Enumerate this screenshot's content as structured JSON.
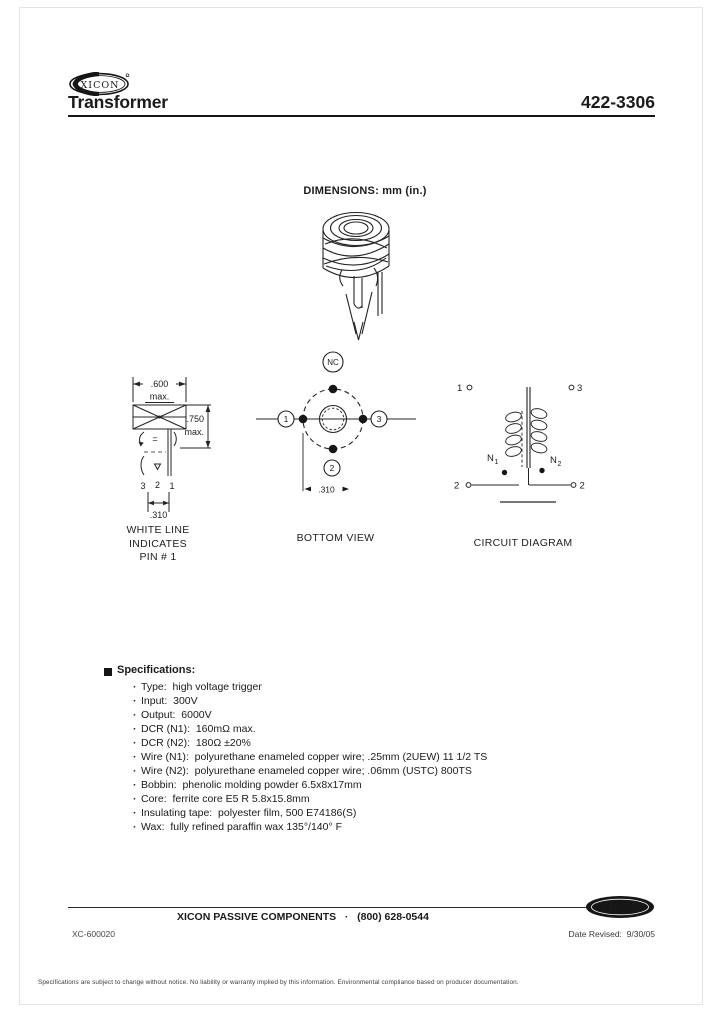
{
  "header": {
    "brand": "XICON",
    "product_title": "Transformer",
    "part_number": "422-3306"
  },
  "dimensions": {
    "heading": "DIMENSIONS: mm (in.)",
    "front_view": {
      "width_value": ".600",
      "width_qualifier": "max.",
      "height_value": ".750",
      "height_qualifier": "max.",
      "equals_mark": "=",
      "pin_left": "3",
      "pin_center": "2",
      "pin_right": "1",
      "pin_pitch": ".310",
      "caption_line1": "WHITE LINE",
      "caption_line2": "INDICATES",
      "caption_line3": "PIN # 1"
    },
    "bottom_view": {
      "caption": "BOTTOM VIEW",
      "terminal_top": "NC",
      "terminal_left": "1",
      "terminal_right": "3",
      "terminal_bottom": "2",
      "pin_pitch": ".310"
    },
    "circuit": {
      "caption": "CIRCUIT DIAGRAM",
      "terminal_top_left": "1",
      "terminal_top_right": "3",
      "terminal_bottom_left": "2",
      "terminal_bottom_right": "2",
      "primary_base": "N",
      "primary_sub": "1",
      "secondary_base": "N",
      "secondary_sub": "2"
    }
  },
  "specifications": {
    "heading": "Specifications:",
    "bullet_icon": "·",
    "items": [
      "Type:  high voltage trigger",
      "Input:  300V",
      "Output:  6000V",
      "DCR (N1):  160mΩ max.",
      "DCR (N2):  180Ω ±20%",
      "Wire (N1):  polyurethane enameled copper wire; .25mm (2UEW) 11 1/2 TS",
      "Wire (N2):  polyurethane enameled copper wire; .06mm (USTC) 800TS",
      "Bobbin:  phenolic molding powder 6.5x8x17mm",
      "Core:  ferrite core E5 R 5.8x15.8mm",
      "Insulating tape:  polyester film, 500 E74186(S)",
      "Wax:  fully refined paraffin wax 135°/140° F"
    ]
  },
  "footer": {
    "company_line": "XICON PASSIVE COMPONENTS   ·   (800) 628-0544",
    "brand": "XICON",
    "doc_number": "XC-600020",
    "date_revised": "Date Revised:  9/30/05",
    "disclaimer": "Specifications are subject to change without notice. No liability or warranty implied by this information. Environmental compliance based on producer documentation."
  }
}
